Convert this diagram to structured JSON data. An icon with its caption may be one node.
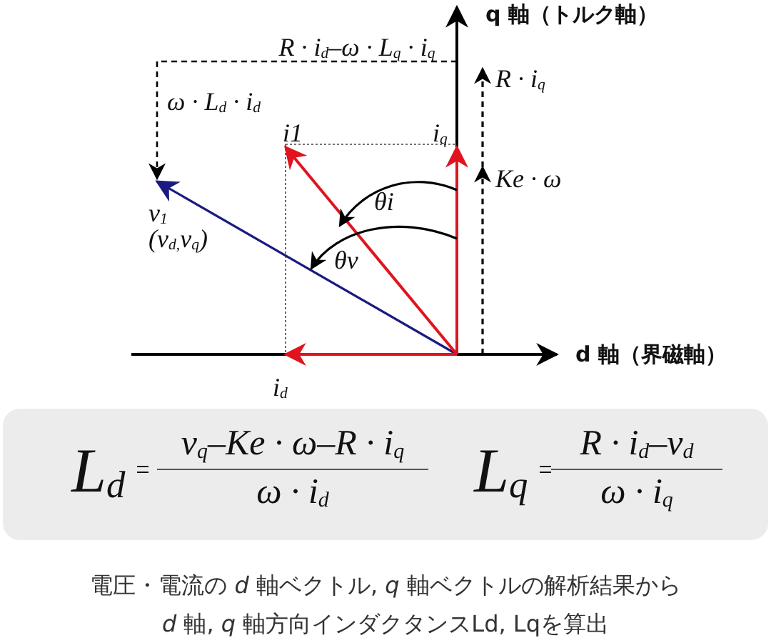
{
  "diagram": {
    "caption": "電圧・電流の *d* 軸ベクトル, *q* 軸ベクトルの解析結果から *d* 軸, *q* 軸方向インダクタンスLd, Lqを算出",
    "nodes": [
      {
        "text": [
          "L$_{d}$",
          "v$_{q}$–Ke · ω–R · i$_{q}$",
          "ω · i$_{d}$",
          "L$_{q}$",
          "R · i$_{d}$–v$_{d}$",
          "ω · i$_{q}$"
        ]
      }
    ],
    "labels": [
      "q 軸（トルク軸）",
      "R · i$_{d}$–ω · L$_{q}$ · i$_{q}$",
      "R · i$_{q}$",
      "ω · L$_{d}$ · i$_{d}$",
      "i1",
      "i$_{q}$",
      "Ke · ω",
      "θi",
      "v$_{1}$",
      "(v$_{d,}$v$_{q}$)",
      "θv",
      "d 軸（界磁軸）",
      "i$_{d}$"
    ]
  }
}
